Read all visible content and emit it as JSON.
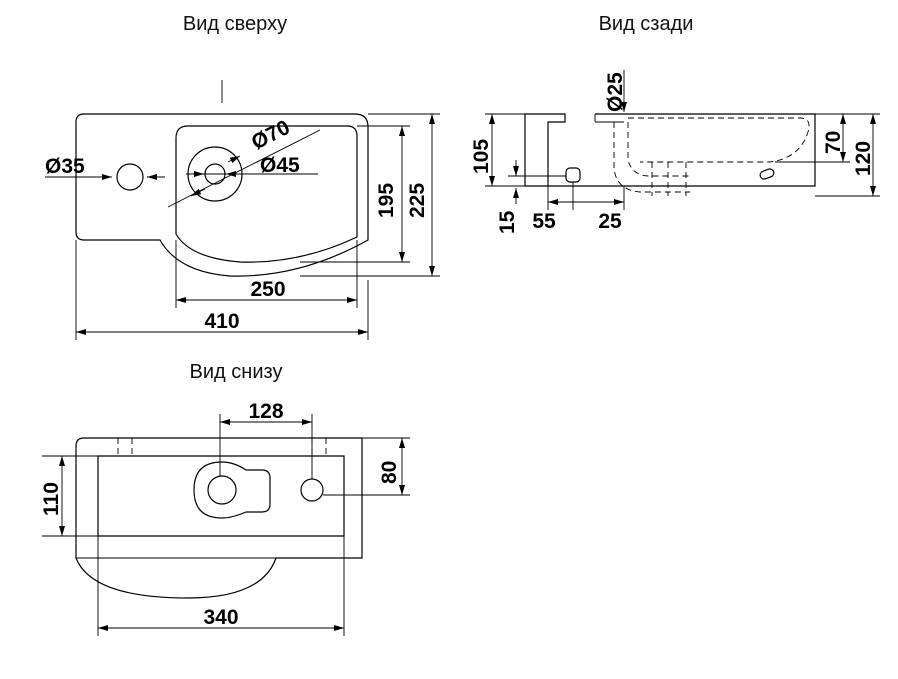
{
  "views": {
    "top": {
      "title": "Вид сверху"
    },
    "back": {
      "title": "Вид сзади"
    },
    "bottom": {
      "title": "Вид снизу"
    }
  },
  "dimensions": {
    "top": {
      "d35": "Ø35",
      "d70": "Ø70",
      "d45": "Ø45",
      "h195": "195",
      "h225": "225",
      "w250": "250",
      "w410": "410"
    },
    "back": {
      "d25": "Ø25",
      "h105": "105",
      "h70": "70",
      "h120": "120",
      "h15": "15",
      "w55": "55",
      "w25": "25"
    },
    "bottom": {
      "w128": "128",
      "h80": "80",
      "h110": "110",
      "w340": "340"
    }
  }
}
